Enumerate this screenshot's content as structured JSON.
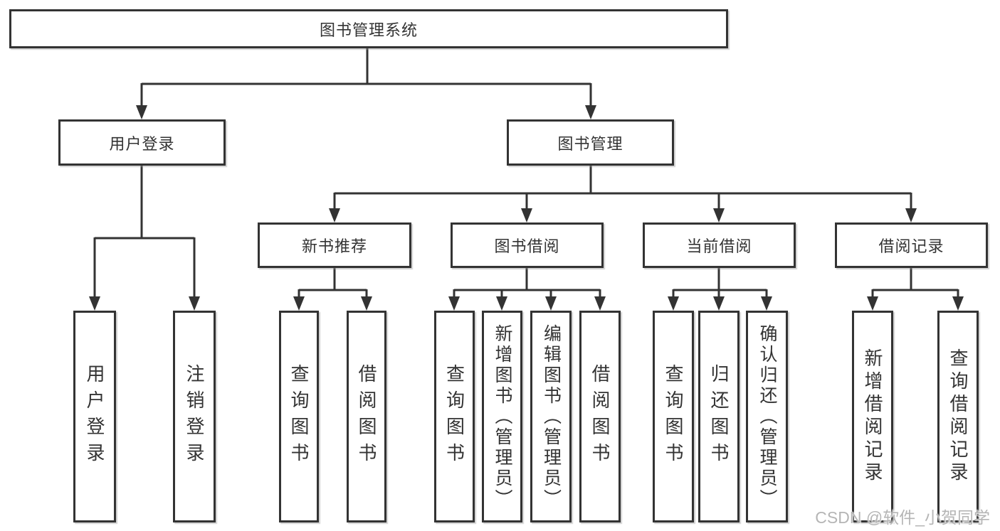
{
  "diagram": {
    "root": {
      "label": "图书管理系统"
    },
    "level2": {
      "user_login": {
        "label": "用户登录"
      },
      "book_management": {
        "label": "图书管理"
      }
    },
    "level3": {
      "new_book_recommend": {
        "label": "新书推荐"
      },
      "book_borrowing": {
        "label": "图书借阅"
      },
      "current_borrowing": {
        "label": "当前借阅"
      },
      "borrowing_records": {
        "label": "借阅记录"
      }
    },
    "leaves": {
      "user_login": {
        "items": [
          "用户登录",
          "注销登录"
        ]
      },
      "new_book_recommend": {
        "items": [
          "查询图书",
          "借阅图书"
        ]
      },
      "book_borrowing": {
        "items": [
          "查询图书",
          "新增图书（管理员）",
          "编辑图书（管理员）",
          "借阅图书"
        ]
      },
      "current_borrowing": {
        "items": [
          "查询图书",
          "归还图书",
          "确认归还（管理员）"
        ]
      },
      "borrowing_records": {
        "items": [
          "新增借阅记录",
          "查询借阅记录"
        ]
      }
    }
  },
  "watermark": {
    "text": "CSDN @软件_小贺同学"
  },
  "colors": {
    "line": "#333333",
    "text": "#333333",
    "background": "#ffffff",
    "watermark": "#b5b5b5"
  }
}
